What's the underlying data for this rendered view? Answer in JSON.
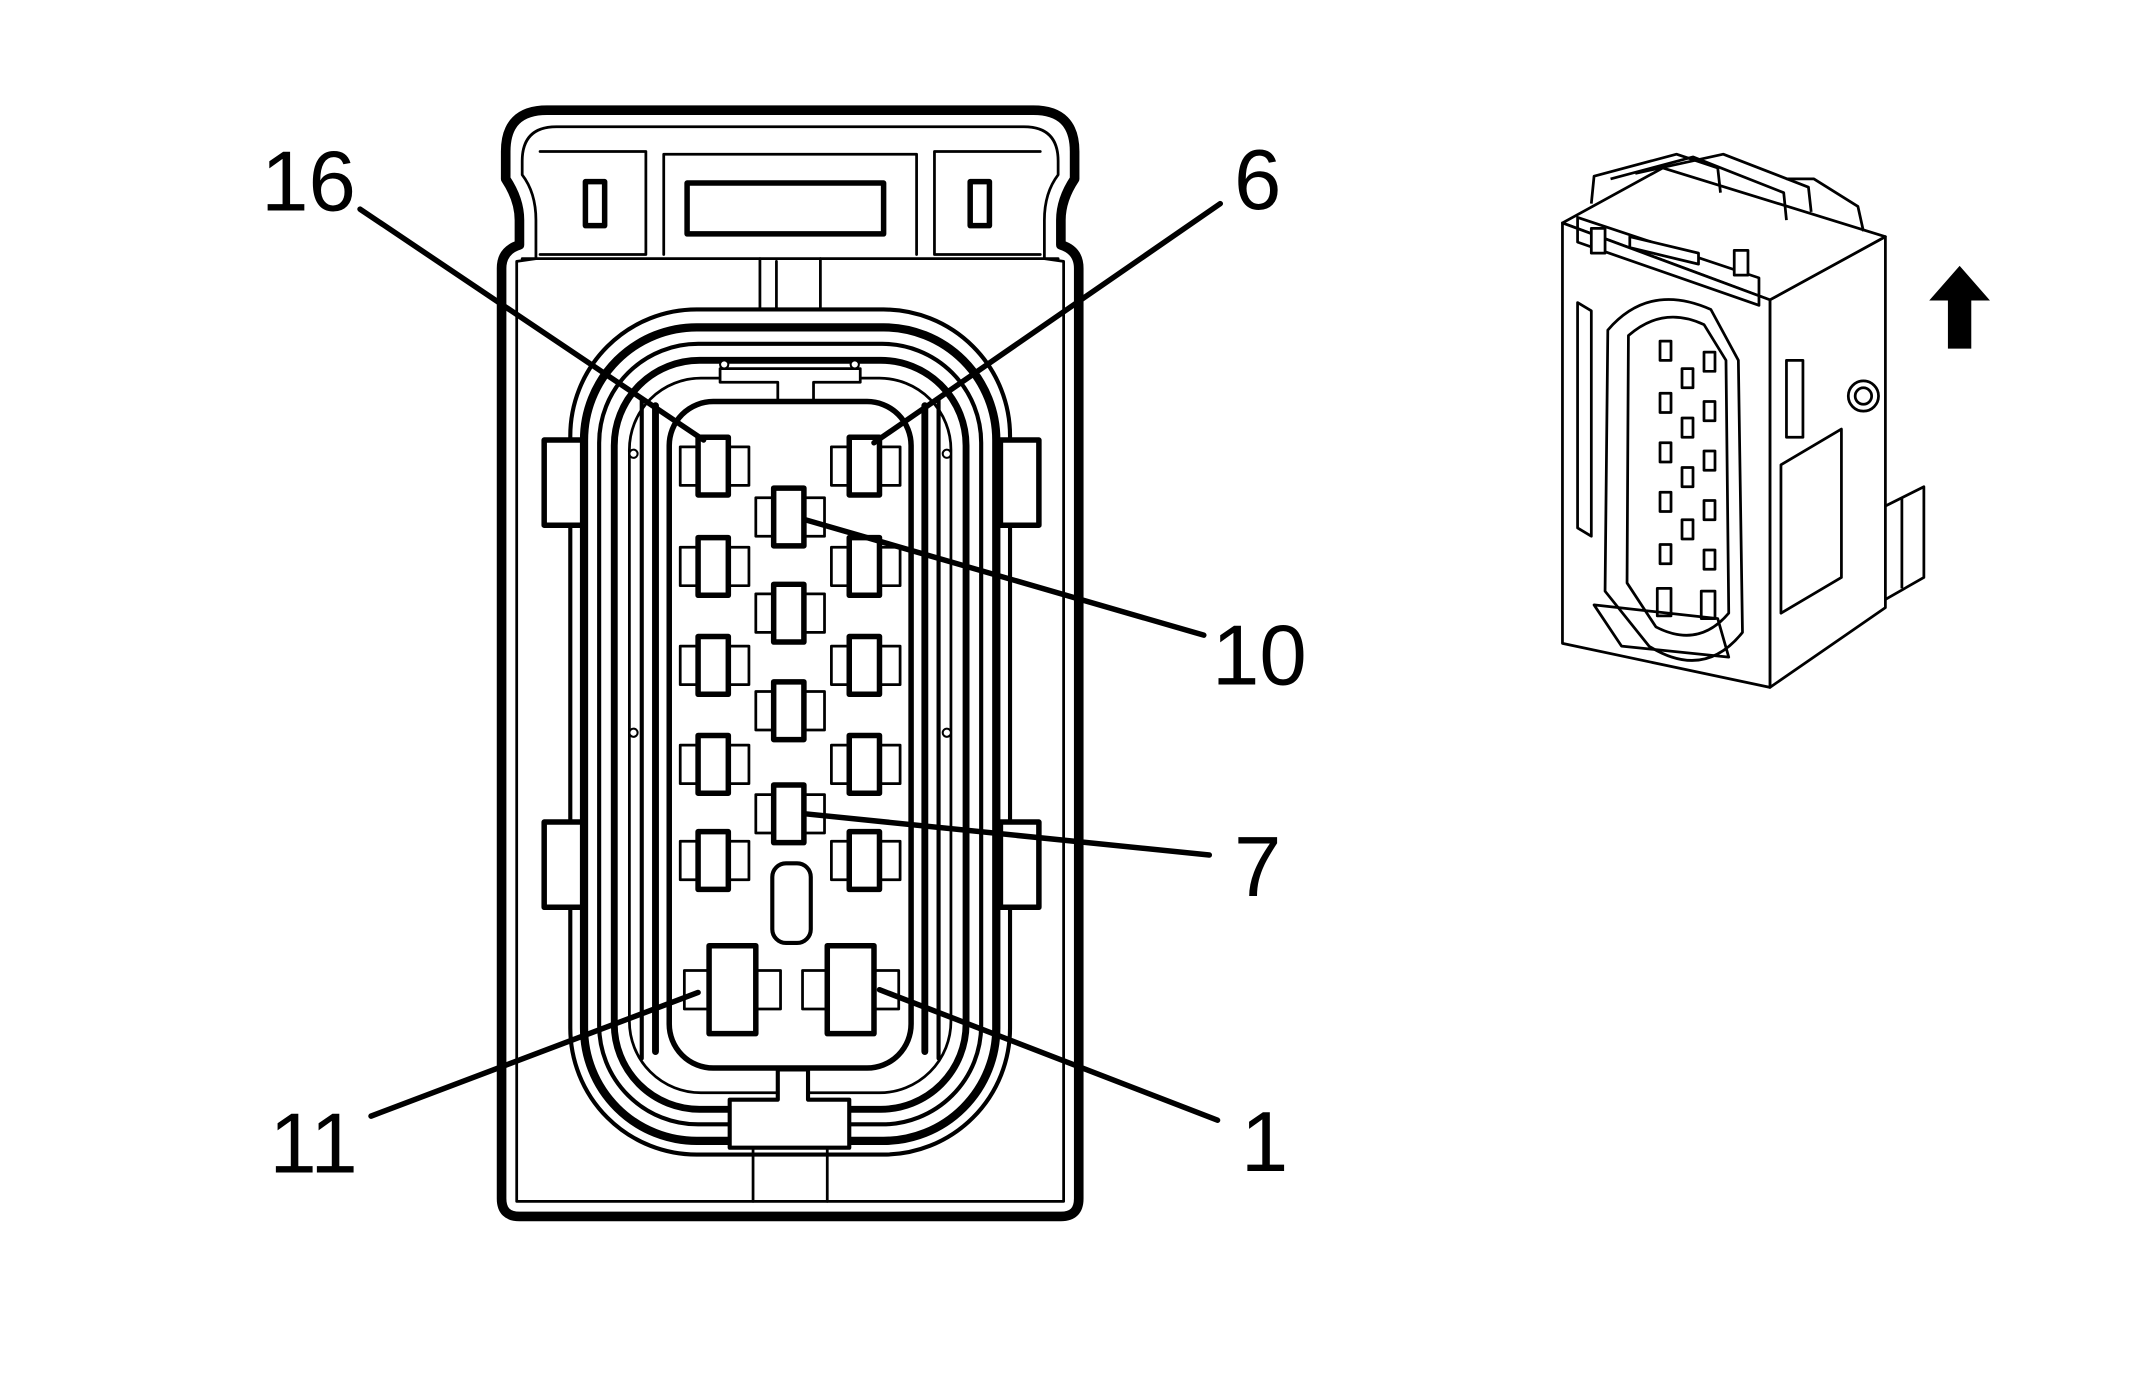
{
  "diagram": {
    "pin_labels": {
      "pin_16": "16",
      "pin_6": "6",
      "pin_10": "10",
      "pin_7": "7",
      "pin_11": "11",
      "pin_1": "1"
    },
    "colors": {
      "line": "#000000",
      "background": "#ffffff",
      "fill": "#ffffff"
    },
    "icons": {
      "orientation_arrow": "up-arrow-icon",
      "connector_face": "connector-face-view",
      "connector_iso": "connector-isometric-view"
    }
  }
}
